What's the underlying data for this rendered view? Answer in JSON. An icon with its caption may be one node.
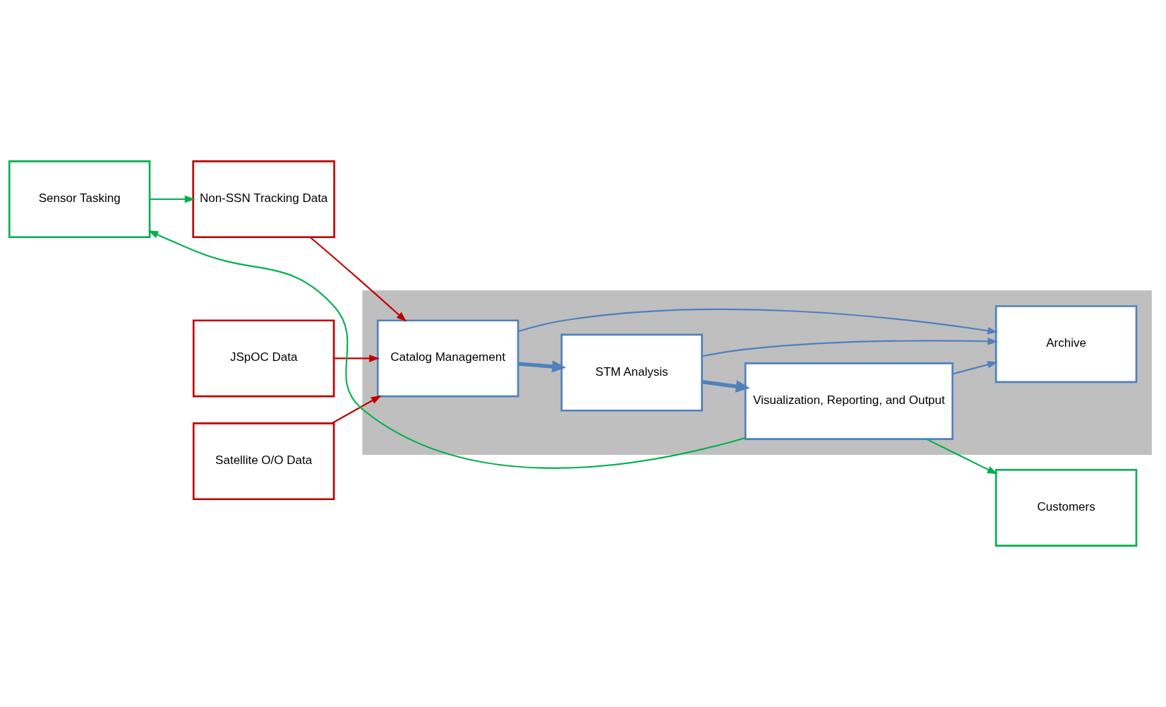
{
  "diagram": {
    "nodes": [
      {
        "text": [
          "Sensor Tasking"
        ]
      },
      {
        "text": [
          "Non-SSN Tracking Data"
        ]
      },
      {
        "text": [
          "JSpOC Data"
        ]
      },
      {
        "text": [
          "Satellite O/O Data"
        ]
      },
      {
        "text": [],
        "shape": "box"
      },
      {
        "text": [
          "Catalog Management"
        ],
        "in": 4
      },
      {
        "text": [
          "STM Analysis"
        ],
        "in": 4
      },
      {
        "text": [
          "Visualization, Reporting, and Output"
        ],
        "in": 4
      },
      {
        "text": [
          "Archive"
        ],
        "in": 4
      },
      {
        "text": [
          "Customers"
        ]
      }
    ],
    "edges": [
      {
        "from": 0,
        "to": 1,
        "arrow": "to",
        "color": "#00b050"
      },
      {
        "from": 7,
        "to": 0,
        "arrow": "to",
        "color": "#00b050"
      },
      {
        "from": 1,
        "to": 5,
        "arrow": "to",
        "color": "#c00000"
      },
      {
        "from": 2,
        "to": 5,
        "arrow": "to",
        "color": "#c00000"
      },
      {
        "from": 3,
        "to": 5,
        "arrow": "to",
        "color": "#c00000"
      },
      {
        "from": 5,
        "to": 6,
        "arrow": "to",
        "style": "thick"
      },
      {
        "from": 6,
        "to": 7,
        "arrow": "to",
        "style": "thick"
      },
      {
        "from": 6,
        "to": 8,
        "arrow": "to"
      },
      {
        "from": 5,
        "to": 8,
        "arrow": "to"
      },
      {
        "from": 7,
        "to": 8,
        "arrow": "to"
      },
      {
        "from": 7,
        "to": 9,
        "arrow": "to",
        "color": "#00b050"
      }
    ]
  }
}
